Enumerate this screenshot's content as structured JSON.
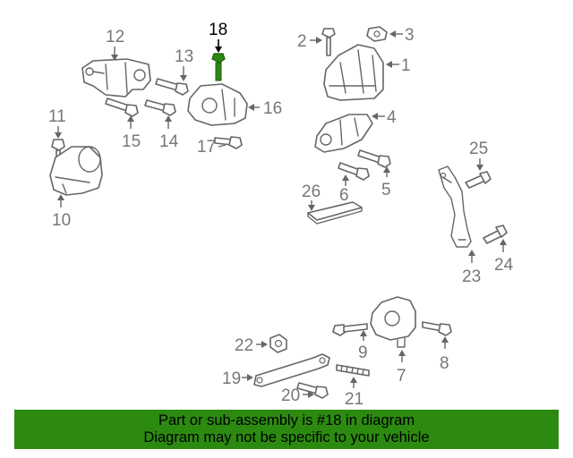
{
  "diagram": {
    "highlight_color": "#2c8a11",
    "labels": {
      "p1": "1",
      "p2": "2",
      "p3": "3",
      "p4": "4",
      "p5": "5",
      "p6": "6",
      "p7": "7",
      "p8": "8",
      "p9": "9",
      "p10": "10",
      "p11": "11",
      "p12": "12",
      "p13": "13",
      "p14": "14",
      "p15": "15",
      "p16": "16",
      "p17": "17",
      "p18": "18",
      "p19": "19",
      "p20": "20",
      "p21": "21",
      "p22": "22",
      "p23": "23",
      "p24": "24",
      "p25": "25",
      "p26": "26"
    }
  },
  "banner": {
    "background": "#2c8a11",
    "line1": "Part or sub-assembly is #18 in diagram",
    "line2": "Diagram may not be specific to your vehicle"
  }
}
